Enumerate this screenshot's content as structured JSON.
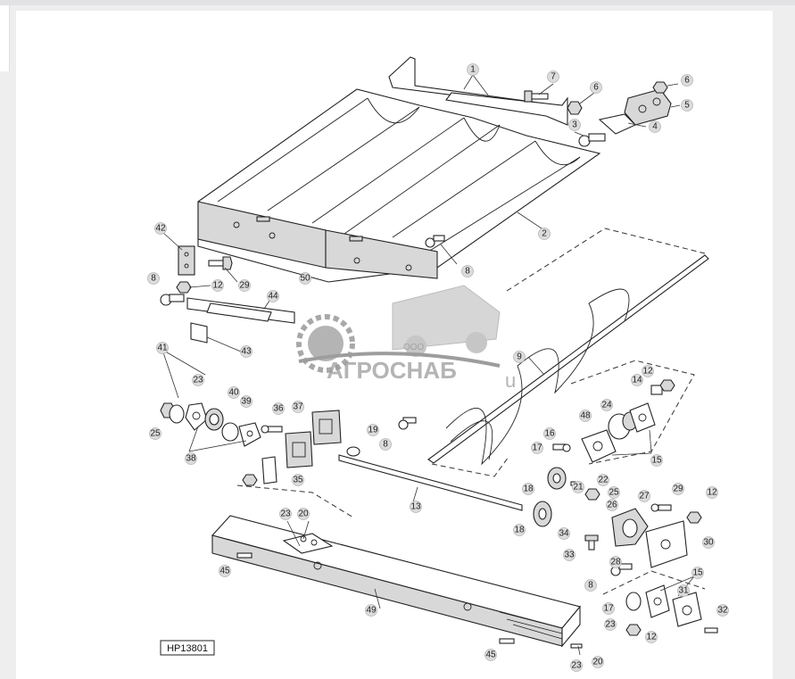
{
  "drawing_code": "HP13801",
  "watermark": {
    "company_prefix": "ООО",
    "company_name": "АГРОСНАБ",
    "suffix": "u"
  },
  "callouts": {
    "c1": "1",
    "c2": "2",
    "c3": "3",
    "c4": "4",
    "c5": "5",
    "c6a": "6",
    "c6b": "6",
    "c7": "7",
    "c8a": "8",
    "c8b": "8",
    "c8c": "8",
    "c8d": "8",
    "c9": "9",
    "c12a": "12",
    "c12b": "12",
    "c12c": "12",
    "c12d": "12",
    "c13": "13",
    "c14": "14",
    "c15a": "15",
    "c15b": "15",
    "c16": "16",
    "c17a": "17",
    "c17b": "17",
    "c18a": "18",
    "c18b": "18",
    "c19": "19",
    "c20a": "20",
    "c20b": "20",
    "c21": "21",
    "c22": "22",
    "c23a": "23",
    "c23b": "23",
    "c23c": "23",
    "c23d": "23",
    "c24": "24",
    "c25a": "25",
    "c25b": "25",
    "c26": "26",
    "c27": "27",
    "c28": "28",
    "c29a": "29",
    "c29b": "29",
    "c30": "30",
    "c31": "31",
    "c32": "32",
    "c33": "33",
    "c34": "34",
    "c35": "35",
    "c36": "36",
    "c37": "37",
    "c38": "38",
    "c39": "39",
    "c40": "40",
    "c41": "41",
    "c42": "42",
    "c43": "43",
    "c44": "44",
    "c45a": "45",
    "c45b": "45",
    "c48": "48",
    "c49": "49",
    "c50": "50"
  }
}
